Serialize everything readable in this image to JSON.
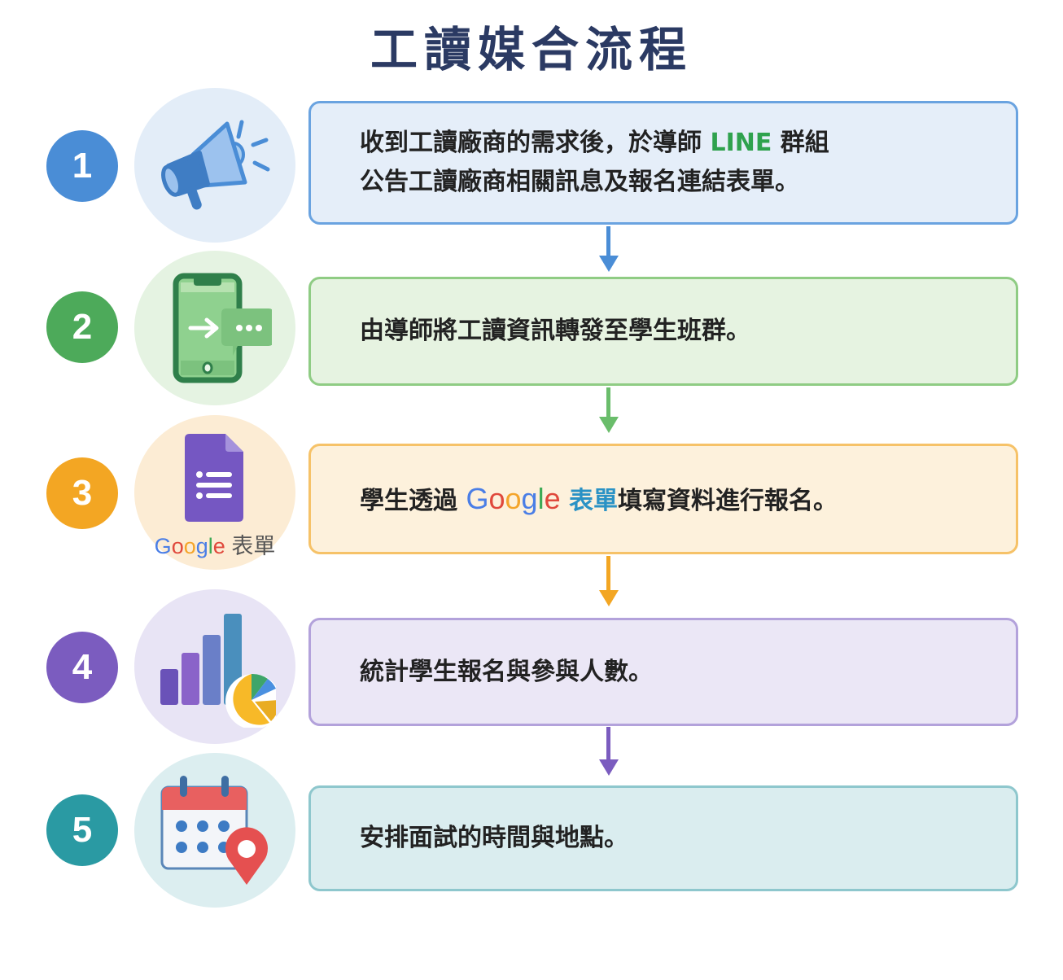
{
  "title": "工讀媒合流程",
  "colors": {
    "title": "#2b3a63",
    "step1": "#4a8dd6",
    "step2": "#4daa5a",
    "step3": "#f3a623",
    "step4": "#7b5cbf",
    "step5": "#2a9aa3"
  },
  "steps": [
    {
      "number": "1",
      "icon": "megaphone-icon",
      "text_part1": "收到工讀廠商的需求後，於導師 ",
      "highlight": "LINE",
      "text_part2": " 群組\n公告工讀廠商相關訊息及報名連結表單。"
    },
    {
      "number": "2",
      "icon": "phone-forward-message-icon",
      "text": "由導師將工讀資訊轉發至學生班群。"
    },
    {
      "number": "3",
      "icon": "google-forms-icon",
      "icon_caption_google": [
        "G",
        "o",
        "o",
        "g",
        "l",
        "e"
      ],
      "icon_caption_forms": "表單",
      "text_part1": "學生透過 ",
      "google_letters": [
        "G",
        "o",
        "o",
        "g",
        "l",
        "e"
      ],
      "forms_label": " 表單",
      "text_part2": "填寫資料進行報名。"
    },
    {
      "number": "4",
      "icon": "bar-pie-chart-icon",
      "text": "統計學生報名與參與人數。"
    },
    {
      "number": "5",
      "icon": "calendar-location-icon",
      "text": "安排面試的時間與地點。"
    }
  ]
}
